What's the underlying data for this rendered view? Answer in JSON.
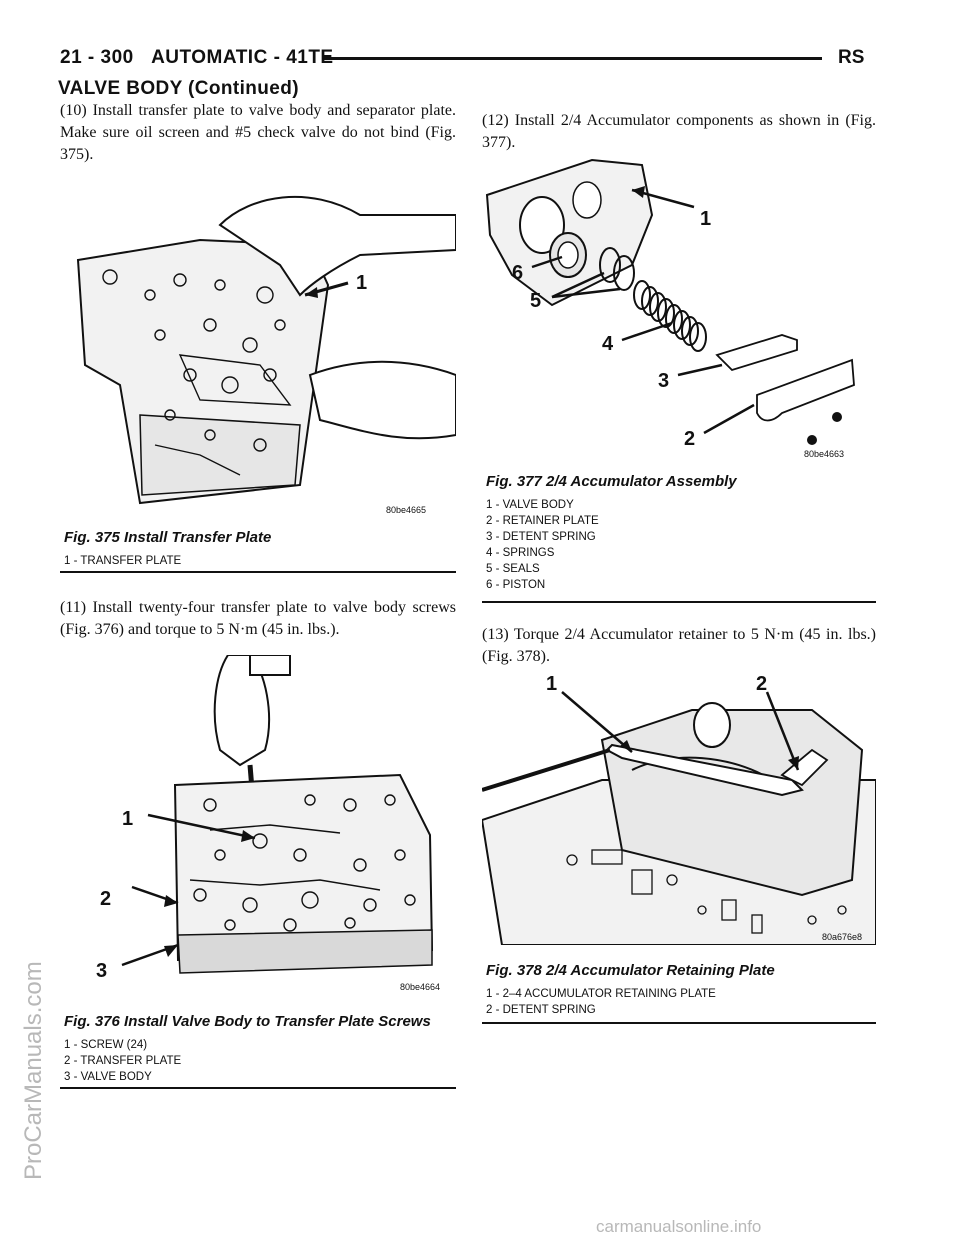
{
  "header": {
    "page_ref": "21 - 300",
    "chapter": "AUTOMATIC - 41TE",
    "model_code": "RS"
  },
  "section_title": "VALVE BODY (Continued)",
  "steps": {
    "s10": "(10) Install transfer plate to valve body and separator plate. Make sure oil screen and #5 check valve do not bind (Fig. 375).",
    "s11": "(11) Install twenty-four transfer plate to valve body screws (Fig. 376) and torque to 5 N·m (45 in. lbs.).",
    "s12": "(12) Install 2/4 Accumulator components as shown in (Fig. 377).",
    "s13": "(13) Torque 2/4 Accumulator retainer to 5 N·m (45 in. lbs.) (Fig. 378)."
  },
  "figures": {
    "fig375": {
      "code": "80be4665",
      "caption": "Fig. 375 Install Transfer Plate",
      "callouts": [
        "1"
      ],
      "legend": [
        "1 - TRANSFER PLATE"
      ]
    },
    "fig376": {
      "code": "80be4664",
      "caption": "Fig. 376 Install Valve Body to Transfer Plate Screws",
      "callouts": [
        "1",
        "2",
        "3"
      ],
      "legend": [
        "1 - SCREW (24)",
        "2 - TRANSFER PLATE",
        "3 - VALVE BODY"
      ]
    },
    "fig377": {
      "code": "80be4663",
      "caption": "Fig. 377 2/4 Accumulator Assembly",
      "callouts": [
        "1",
        "6",
        "5",
        "4",
        "3",
        "2"
      ],
      "legend": [
        "1 - VALVE BODY",
        "2 - RETAINER PLATE",
        "3 - DETENT SPRING",
        "4 - SPRINGS",
        "5 - SEALS",
        "6 - PISTON"
      ]
    },
    "fig378": {
      "code": "80a676e8",
      "caption": "Fig. 378 2/4 Accumulator Retaining Plate",
      "callouts": [
        "1",
        "2"
      ],
      "legend": [
        "1 - 2–4 ACCUMULATOR RETAINING PLATE",
        "2 - DETENT SPRING"
      ]
    }
  },
  "watermark": "ProCarManuals.com",
  "footer": "carmanualsonline.info"
}
